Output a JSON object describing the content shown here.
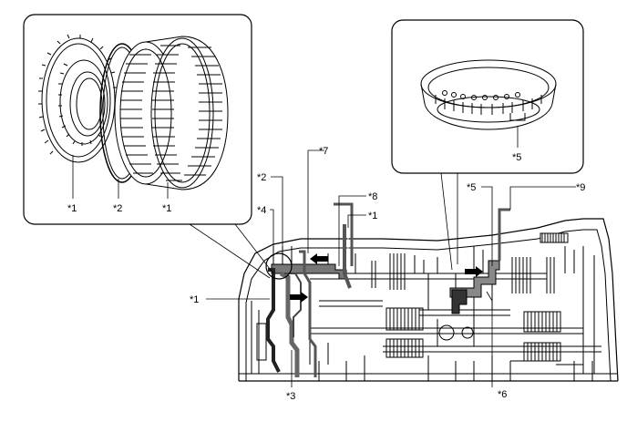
{
  "callouts": {
    "inset_left": {
      "c1_left": "*1",
      "c2": "*2",
      "c1_right": "*1"
    },
    "inset_right": {
      "c5": "*5"
    },
    "main": {
      "c7": "*7",
      "c2": "*2",
      "c8": "*8",
      "c1_top": "*1",
      "c4": "*4",
      "c1_left": "*1",
      "c3": "*3",
      "c5": "*5",
      "c9": "*9",
      "c6": "*6"
    }
  },
  "colors": {
    "line": "#000000",
    "fill_white": "#ffffff",
    "fill_gray": "#777777",
    "fill_light": "#dcdcdc"
  },
  "icons": [
    "arrow-left-icon",
    "arrow-right-icon",
    "arrow-right-icon"
  ]
}
